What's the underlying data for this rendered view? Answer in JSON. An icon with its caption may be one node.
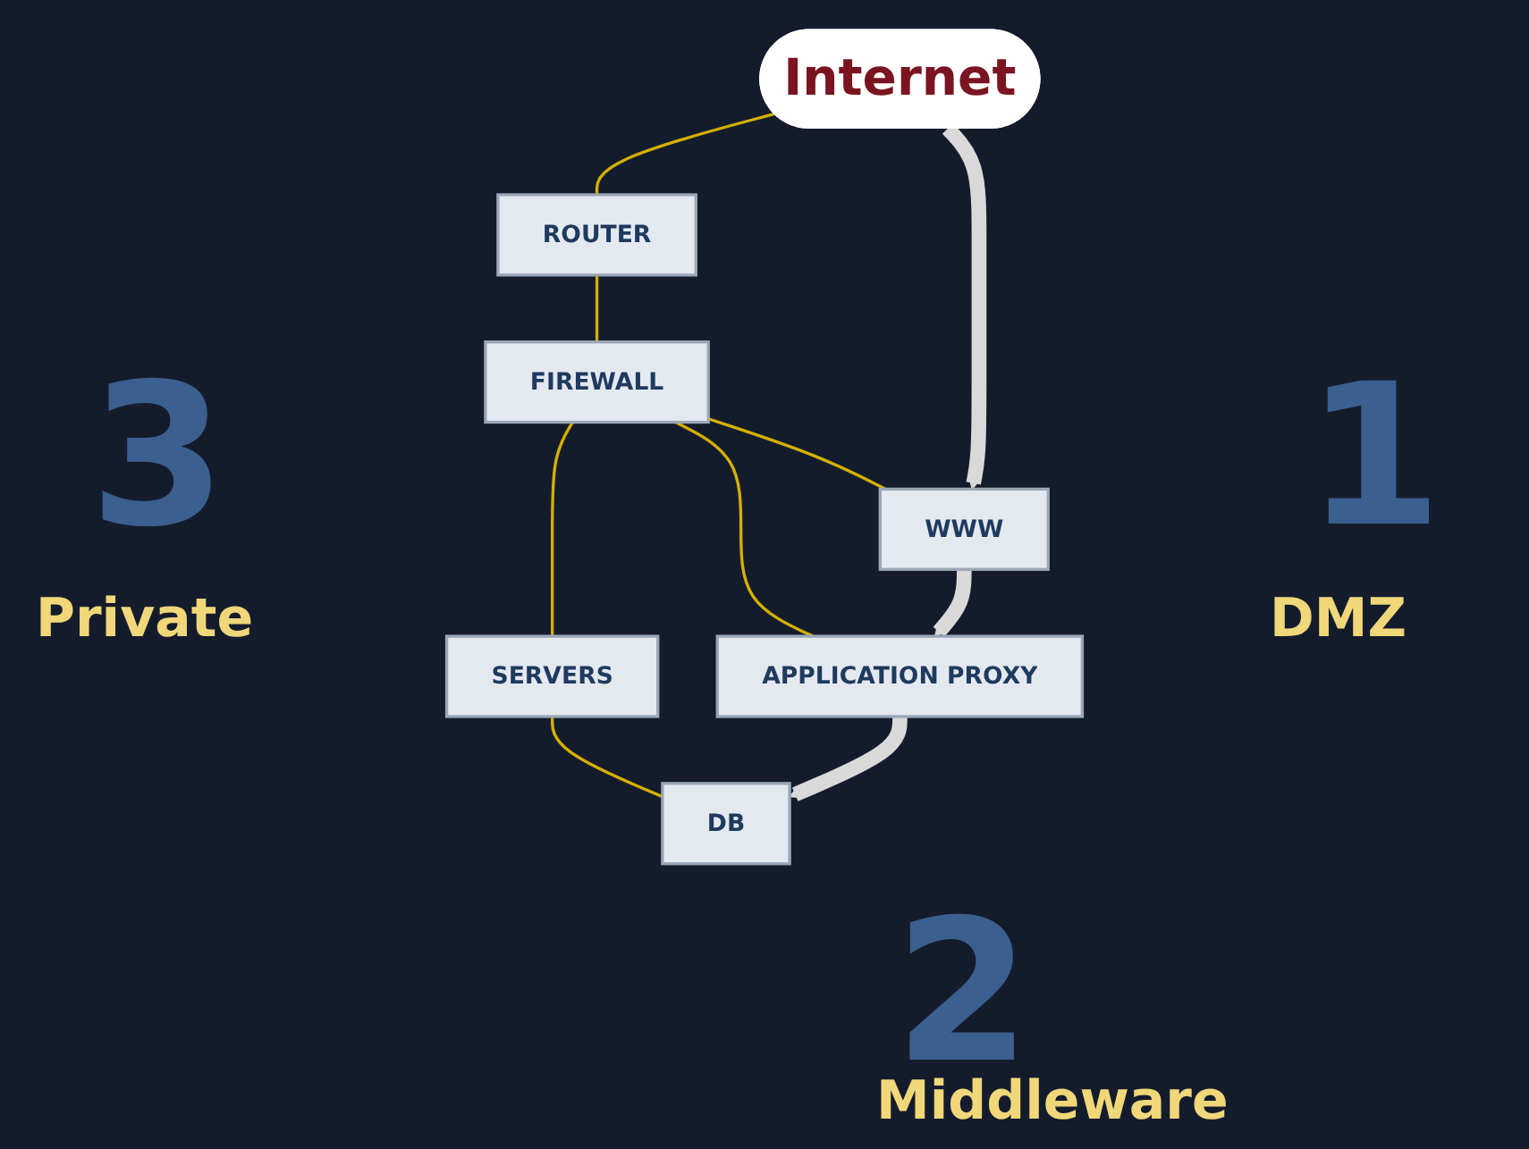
{
  "diagram": {
    "nodes": [
      {
        "text": [
          "Internet"
        ]
      },
      {
        "text": [
          "ROUTER"
        ]
      },
      {
        "text": [
          "DB"
        ]
      },
      {
        "text": [
          "SERVERS"
        ]
      },
      {
        "text": [
          "FIREWALL"
        ]
      },
      {
        "text": [
          "WWW"
        ]
      },
      {
        "text": [
          "APPLICATION PROXY"
        ]
      }
    ],
    "edges": [
      {
        "from": 0,
        "to": 1,
        "arrow": "none"
      },
      {
        "from": 1,
        "to": 4,
        "arrow": "none"
      },
      {
        "from": 3,
        "to": 2,
        "arrow": "none"
      },
      {
        "from": 4,
        "to": 3,
        "arrow": "none"
      },
      {
        "from": 4,
        "to": 5,
        "arrow": "none"
      },
      {
        "from": 4,
        "to": 6,
        "arrow": "none"
      },
      {
        "from": 0,
        "to": 5,
        "arrow": "to",
        "style": "thick",
        "color": "#d9d9d9"
      },
      {
        "from": 5,
        "to": 6,
        "arrow": "to",
        "style": "thick",
        "color": "#d9d9d9"
      },
      {
        "from": 6,
        "to": 2,
        "arrow": "to",
        "style": "thick",
        "color": "#d9d9d9"
      }
    ],
    "labels": [
      "3",
      "Private",
      "1",
      "DMZ",
      "2",
      "Middleware"
    ]
  }
}
